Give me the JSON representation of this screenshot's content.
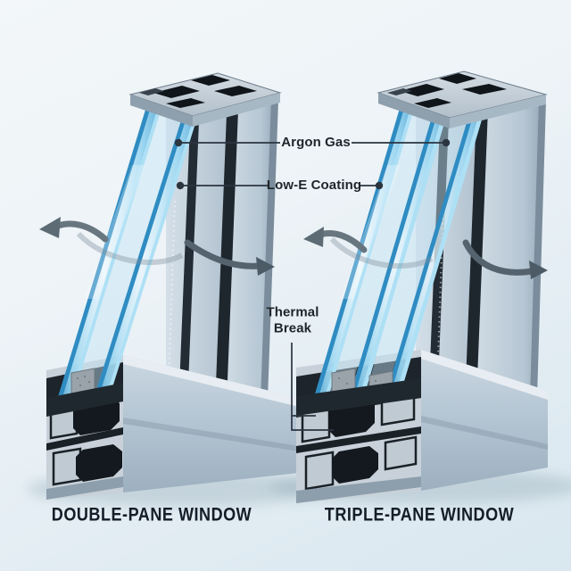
{
  "annotations": {
    "argon_gas": "Argon Gas",
    "low_e_coating": "Low-E Coating",
    "thermal_break": "Thermal Break"
  },
  "titles": {
    "double_pane": "DOUBLE-PANE WINDOW",
    "triple_pane": "TRIPLE-PANE WINDOW"
  },
  "diagram": {
    "type": "window-cross-section-comparison",
    "left_window": {
      "type": "double-pane",
      "glass_panes": 2
    },
    "right_window": {
      "type": "triple-pane",
      "glass_panes": 3
    },
    "features_annotated": [
      "Argon Gas",
      "Low-E Coating",
      "Thermal Break"
    ]
  },
  "colors": {
    "background_top": "#f3f7f9",
    "background_bottom": "#d9e7ef",
    "glass_blue": "#7ec8ea",
    "glass_edge_blue": "#2e8cc4",
    "frame_aluminum": "#b9c8d5",
    "thermal_break_black": "#14191f",
    "annotation_line": "#2b3540",
    "label_text": "#1e252b",
    "title_text": "#141d28",
    "arrow_gray": "#64727e"
  }
}
